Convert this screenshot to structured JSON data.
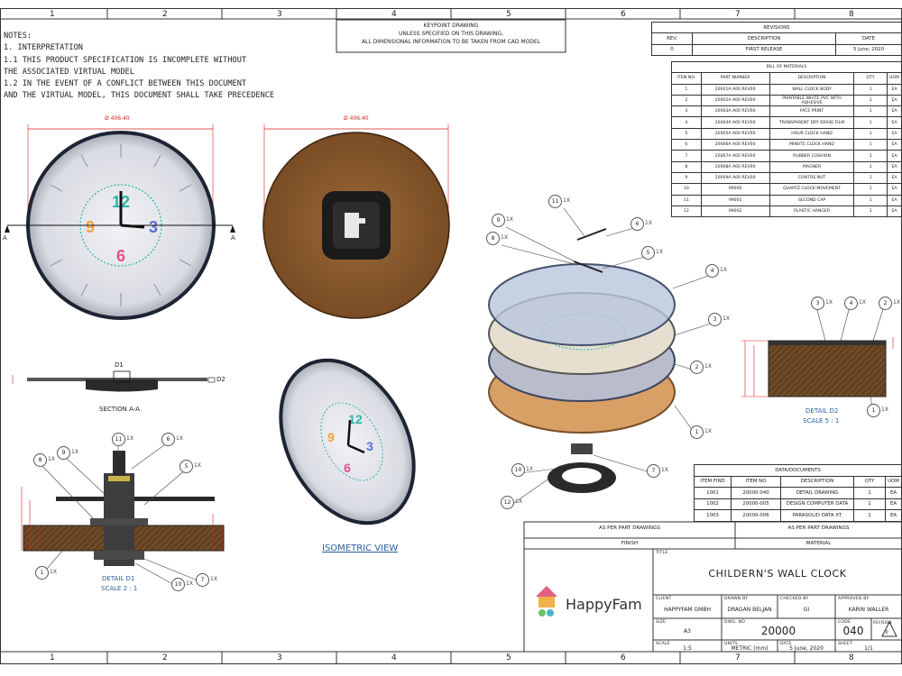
{
  "border": {
    "columns": [
      "1",
      "2",
      "3",
      "4",
      "5",
      "6",
      "7",
      "8"
    ]
  },
  "keypoint": {
    "title": "KEYPOINT DRAWING",
    "line1": "UNLESS SPECIFIED ON THIS DRAWING,",
    "line2": "ALL DIMENSIONAL INFORMATION TO BE TAKEN FROM CAD MODEL"
  },
  "notes": {
    "lines": [
      "NOTES:",
      "1. INTERPRETATION",
      "1.1 THIS PRODUCT SPECIFICATION IS INCOMPLETE WITHOUT",
      "THE ASSOCIATED VIRTUAL MODEL",
      "1.2 IN THE EVENT OF A CONFLICT BETWEEN THIS DOCUMENT",
      "AND THE VIRTUAL MODEL, THIS DOCUMENT SHALL TAKE PRECEDENCE"
    ]
  },
  "revisions": {
    "title": "REVISIONS",
    "headers": [
      "REV.",
      "DESCRIPTION",
      "DATE"
    ],
    "rows": [
      [
        "0",
        "FIRST RELEASE",
        "5 June, 2020"
      ]
    ]
  },
  "bom": {
    "title": "BILL OF MATERIALS",
    "headers": [
      "ITEM NO.",
      "PART NUMBER",
      "DESCRIPTION",
      "QTY.",
      "UOM"
    ],
    "rows": [
      [
        "1",
        "20001A A00 REV00",
        "WALL CLOCK BODY",
        "1",
        "EA"
      ],
      [
        "2",
        "20002A A00 REV00",
        "PRINTABLE WHITE PVC WITH ADHESIVE",
        "1",
        "EA"
      ],
      [
        "3",
        "20003A A00 REV00",
        "FACE PRINT",
        "1",
        "EA"
      ],
      [
        "4",
        "20004A A00 REV00",
        "TRANSPARENT DRY ERASE FILM",
        "1",
        "EA"
      ],
      [
        "5",
        "20005A A00 REV00",
        "HOUR CLOCK HAND",
        "1",
        "EA"
      ],
      [
        "6",
        "20006A A00 REV00",
        "MINUTE CLOCK HAND",
        "1",
        "EA"
      ],
      [
        "7",
        "20007A A00 REV00",
        "RUBBER CUSHION",
        "1",
        "EA"
      ],
      [
        "8",
        "20008A A00 REV00",
        "MAGNER",
        "1",
        "EA"
      ],
      [
        "9",
        "20009A A00 REV00",
        "CONTOS NUT",
        "1",
        "EA"
      ],
      [
        "10",
        "99000",
        "QUARTZ CLOCK MOVEMENT",
        "1",
        "EA"
      ],
      [
        "11",
        "99001",
        "SECOND CAP",
        "1",
        "EA"
      ],
      [
        "12",
        "99002",
        "PLASTIC HANGER",
        "1",
        "EA"
      ]
    ]
  },
  "views": {
    "front_dim": "Ø 406.40",
    "back_dim": "Ø 406.40",
    "section_mark": "A",
    "section_label": "SECTION A-A",
    "section_d1": "D1",
    "section_d2": "D2",
    "isometric_label": "ISOMETRIC VIEW",
    "detail_d1_title": "DETAIL D1",
    "detail_d1_scale": "SCALE 2 : 1",
    "detail_d2_title": "DETAIL D2",
    "detail_d2_scale": "SCALE 5 : 1",
    "face_numbers": [
      "12",
      "3",
      "6",
      "9"
    ]
  },
  "balloons": {
    "qty": "1X",
    "exploded": [
      "11",
      "9",
      "6",
      "8",
      "5",
      "4",
      "3",
      "2",
      "1",
      "7",
      "10",
      "12"
    ],
    "detail_d1": [
      "11",
      "9",
      "6",
      "8",
      "5",
      "1",
      "7",
      "10"
    ],
    "detail_d2": [
      "3",
      "4",
      "2",
      "1"
    ]
  },
  "data_documents": {
    "title": "DATA/DOCUMENTS",
    "headers": [
      "ITEM FIND",
      "ITEM NO",
      "DESCRIPTION",
      "QTY",
      "UOM"
    ],
    "rows": [
      [
        "1001",
        "20000-040",
        "DETAIL DRAWING",
        "1",
        "EA"
      ],
      [
        "1002",
        "20000-005",
        "DESIGN COMPUTER DATA",
        "1",
        "EA"
      ],
      [
        "1003",
        "20000-006",
        "PARASOLID DATA XT",
        "1",
        "EA"
      ]
    ]
  },
  "title_block": {
    "left_top": "AS PER PART DRAWINGS",
    "right_top": "AS PER PART DRAWINGS",
    "finish": "FINISH",
    "material": "MATERIAL",
    "title_label": "TITLE",
    "title": "CHILDERN'S WALL CLOCK",
    "logo_text": "HappyFam",
    "client_label": "CLIENT",
    "client": "HAPPYFAM GMBH",
    "drawn_label": "DRAWN BY",
    "drawn": "DRAGAN BELJAN",
    "checked_label": "CHECKED BY",
    "checked": "GI",
    "approved_label": "APPROVED BY",
    "approved": "KARIN WALLER",
    "size_label": "SIZE",
    "size": "A3",
    "dwg_label": "DWG. NO",
    "dwg": "20000",
    "code_label": "CODE",
    "code": "040",
    "revision_label": "REVISION",
    "revision": "0",
    "scale_label": "SCALE",
    "scale": "1:5",
    "units_label": "UNITS",
    "units": "METRIC (mm)",
    "date_label": "DATE",
    "date": "5 June, 2020",
    "sheet_label": "SHEET",
    "sheet": "1/1"
  },
  "colors": {
    "wood": "#8a5a2e",
    "clock_face": "#e4e4ea",
    "rim": "#1d2433",
    "dim_red": "#d42020",
    "accent_blue": "#2a5f9e"
  }
}
